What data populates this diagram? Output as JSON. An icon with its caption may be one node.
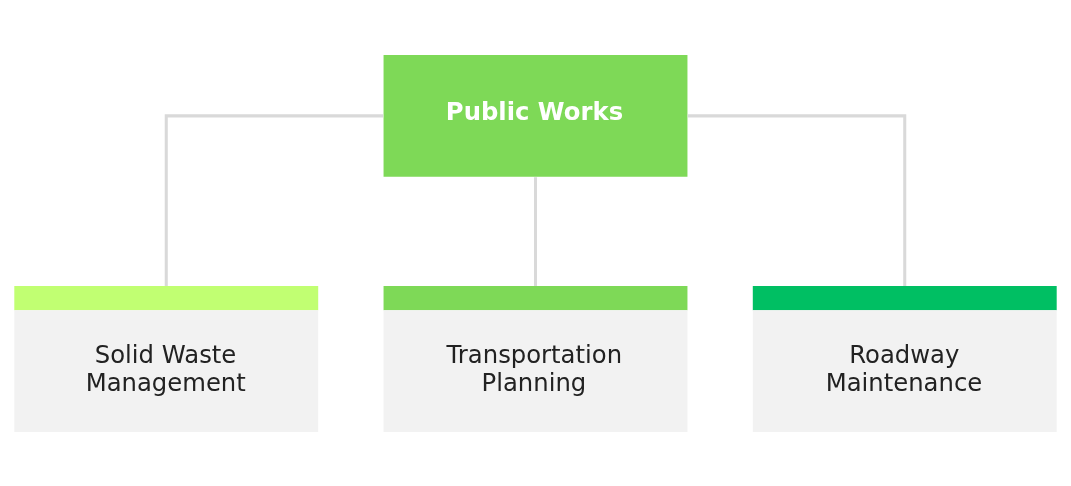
{
  "diagram": {
    "nodes": [
      {
        "text": [
          "Public Works"
        ]
      },
      {
        "text": [
          "Solid Waste Management"
        ]
      },
      {
        "text": [
          "Transportation Planning"
        ]
      },
      {
        "text": [
          "Roadway Maintenance"
        ]
      }
    ],
    "edges": [
      {
        "from": 0,
        "to": 1,
        "arrow": "none"
      },
      {
        "from": 0,
        "to": 2,
        "arrow": "none"
      },
      {
        "from": 0,
        "to": 3,
        "arrow": "none"
      }
    ]
  }
}
